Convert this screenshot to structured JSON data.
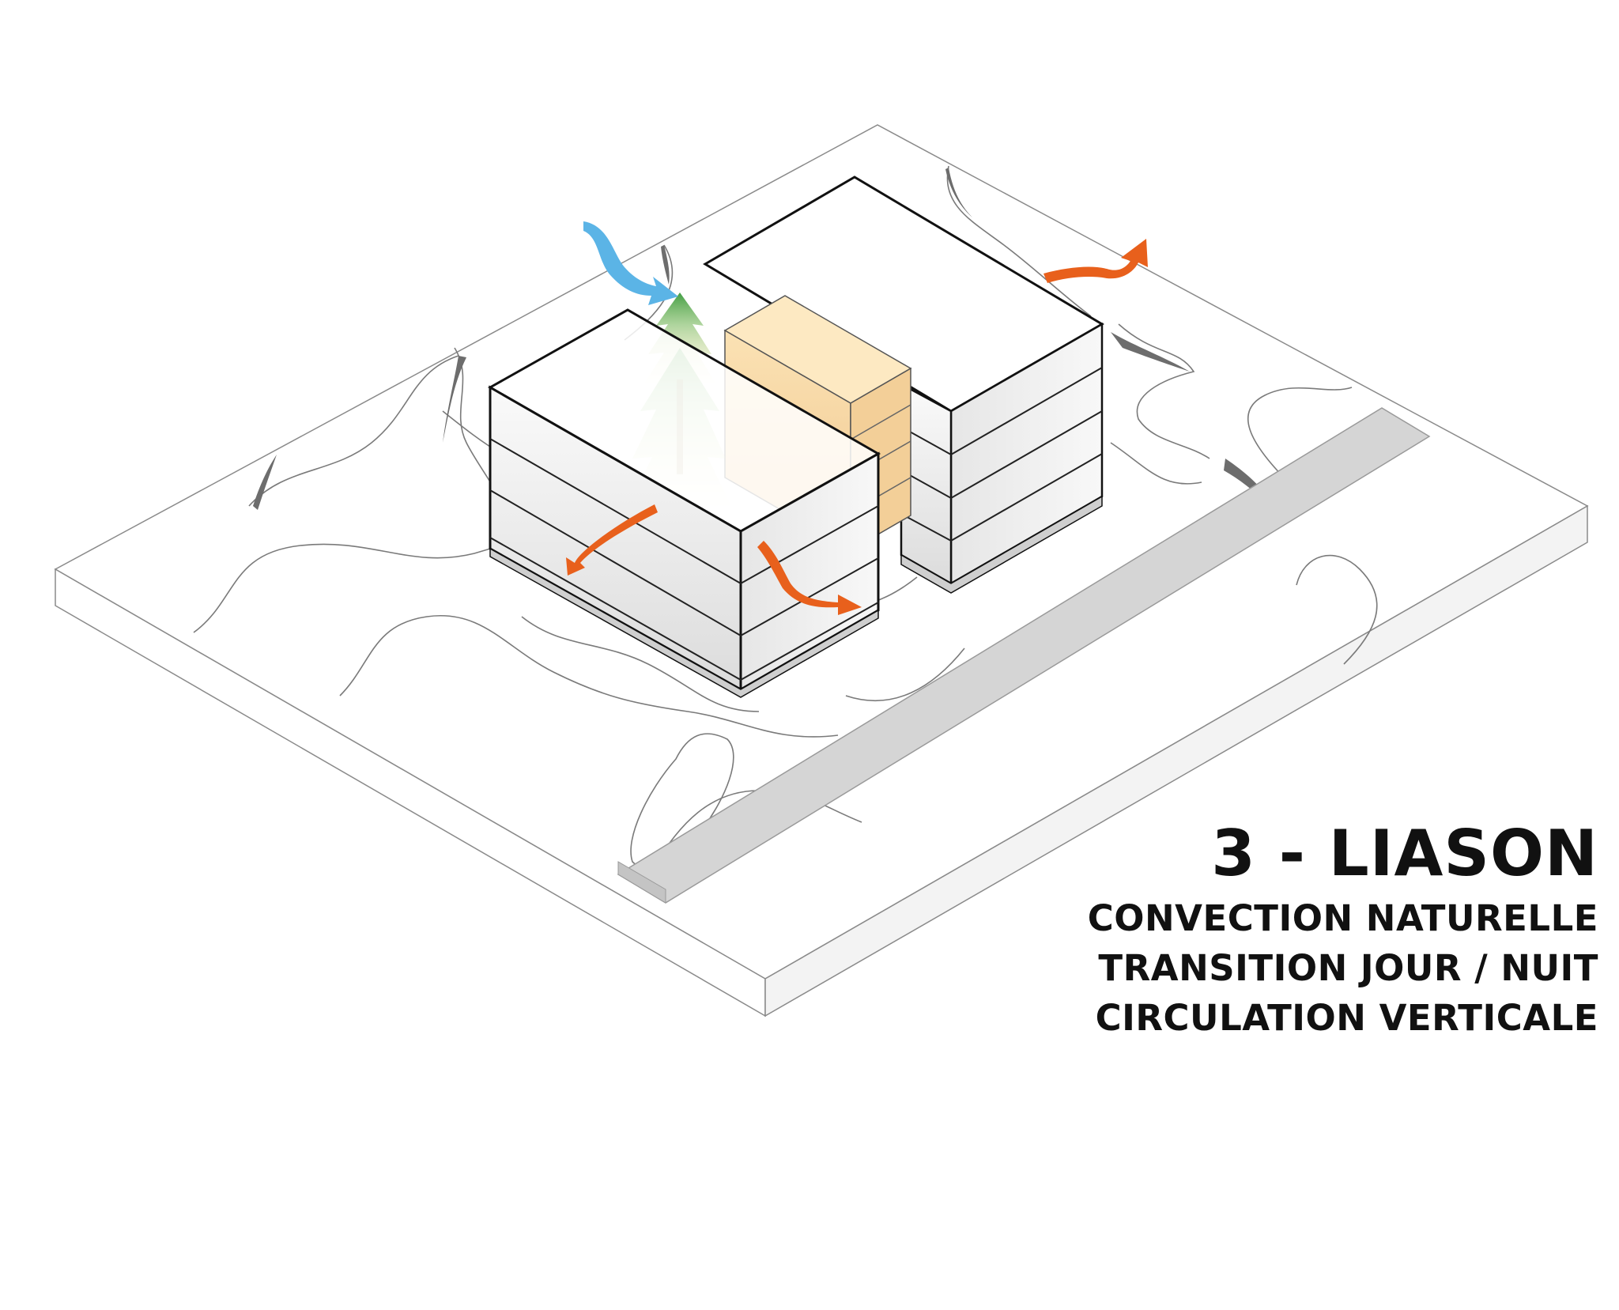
{
  "caption": {
    "title": "3 - LIASON",
    "lines": [
      "CONVECTION NATURELLE",
      "TRANSITION JOUR / NUIT",
      "CIRCULATION VERTICALE"
    ]
  },
  "colors": {
    "site_fill": "#ffffff",
    "site_edge": "#f1f1f1",
    "terrain_line": "#7a7a7a",
    "road": "#d4d4d4",
    "road_edge": "#bdbdbd",
    "building_top": "#ffffff",
    "building_wall": "#f0f0f0",
    "building_outline": "#111111",
    "core_top": "#fde9c2",
    "core_wall": "#f5d3a0",
    "tree": "#3a9a3c",
    "cool_air_arrow": "#5bb4e6",
    "warm_air_arrow": "#e8601c"
  },
  "icons": {
    "cool_air": "blue-inflow-arrow-icon",
    "warm_air": "orange-outflow-arrow-icon",
    "tree": "conifer-tree-icon"
  }
}
